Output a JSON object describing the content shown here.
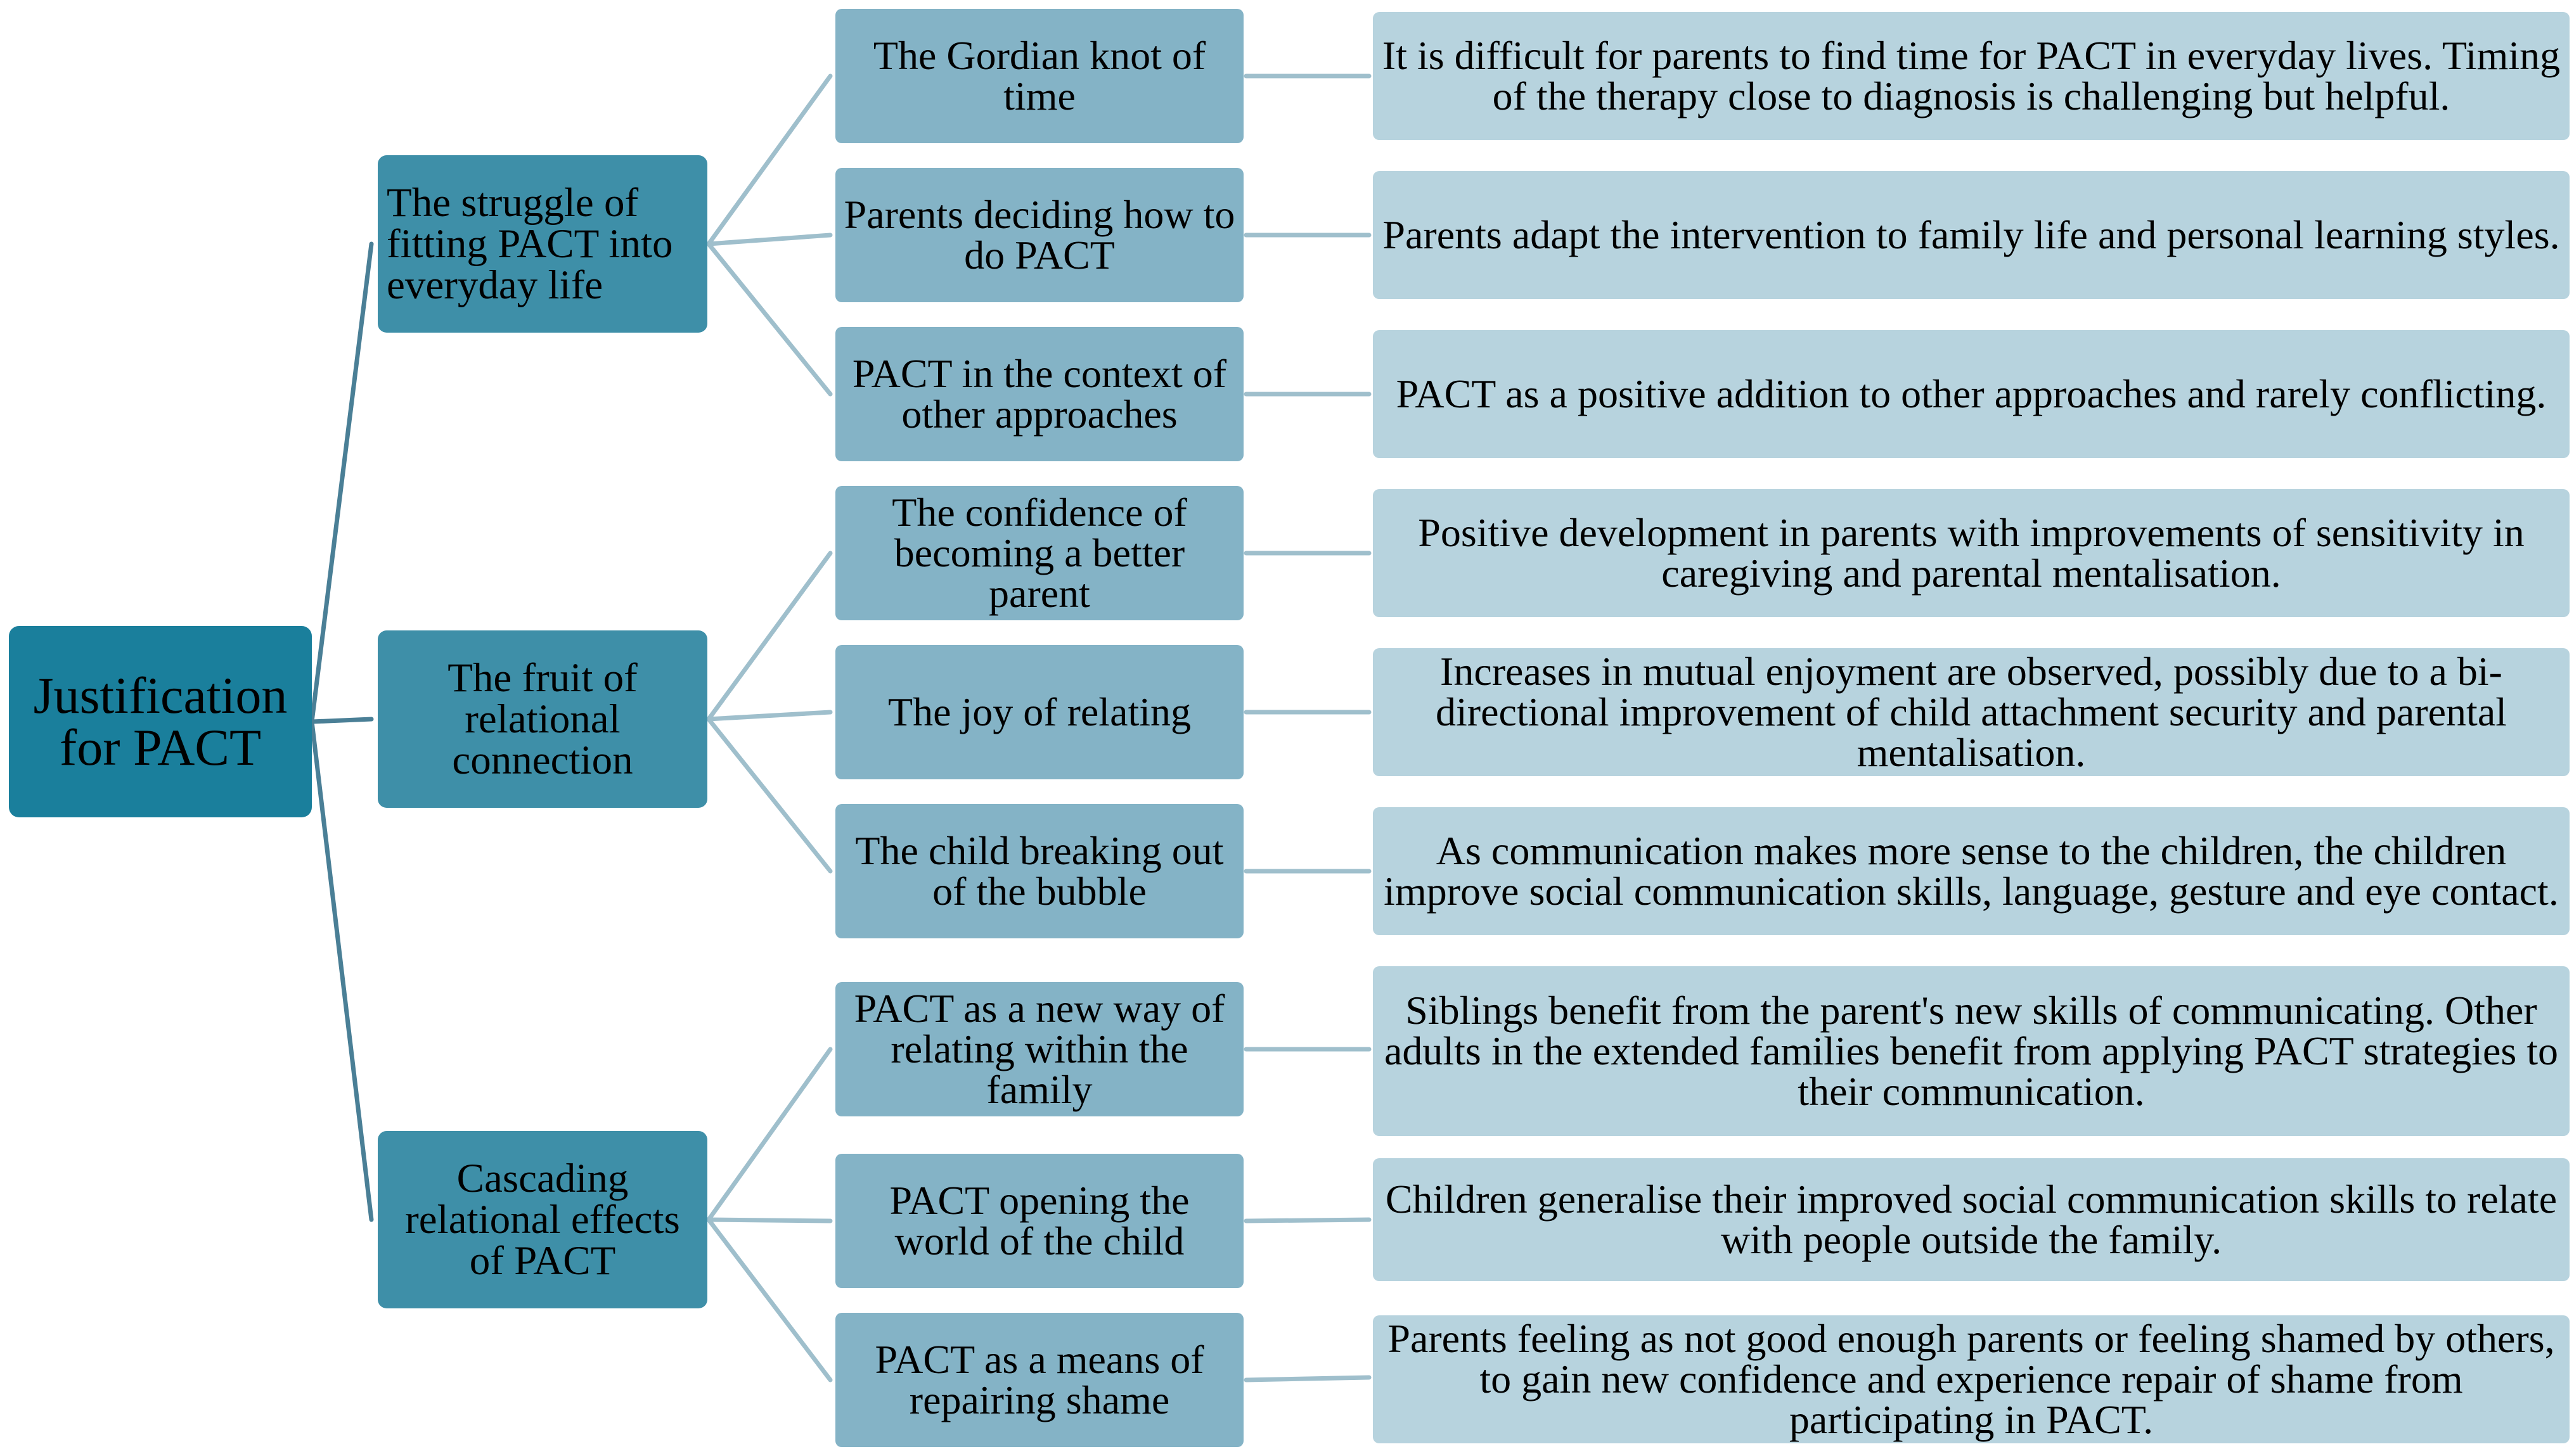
{
  "root": {
    "label": "Justification for PACT"
  },
  "themes": [
    {
      "label": "The struggle of fitting PACT into everyday life",
      "subthemes": [
        {
          "label": "The Gordian knot of time",
          "description": "It is difficult for parents to find time for PACT in everyday lives. Timing of the therapy close to diagnosis is challenging but helpful."
        },
        {
          "label": "Parents deciding how to do PACT",
          "description": "Parents adapt the intervention to family life and personal learning styles."
        },
        {
          "label": "PACT in the context of other approaches",
          "description": "PACT as a positive addition to other approaches and rarely conflicting."
        }
      ]
    },
    {
      "label": "The fruit of relational connection",
      "subthemes": [
        {
          "label": "The confidence of becoming a better parent",
          "description": "Positive development in parents with improvements of sensitivity in caregiving and parental mentalisation."
        },
        {
          "label": "The joy of relating",
          "description": "Increases in mutual enjoyment are observed, possibly due to a bi-directional improvement of child attachment security and parental mentalisation."
        },
        {
          "label": "The child breaking out of the bubble",
          "description": "As communication makes more sense to the children, the children improve social communication skills, language, gesture and eye contact."
        }
      ]
    },
    {
      "label": "Cascading relational effects of PACT",
      "subthemes": [
        {
          "label": "PACT as a new way of relating within the family",
          "description": "Siblings benefit from the parent's new skills of communicating. Other adults in the extended families benefit from applying PACT strategies to their communication."
        },
        {
          "label": "PACT opening the world of the child",
          "description": "Children generalise their improved social communication skills to relate with people outside the family."
        },
        {
          "label": "PACT as a means of repairing shame",
          "description": "Parents feeling as not good enough parents or feeling shamed by others, to gain new confidence and experience repair of shame  from participating in PACT."
        }
      ]
    }
  ],
  "colors": {
    "root_fill": "#1a7f9c",
    "theme_fill": "#3e8fa8",
    "subtheme_fill": "#84b3c6",
    "description_fill": "#b7d3de",
    "root_connector": "#4a7f96",
    "sub_connector": "#9fbfcc"
  }
}
